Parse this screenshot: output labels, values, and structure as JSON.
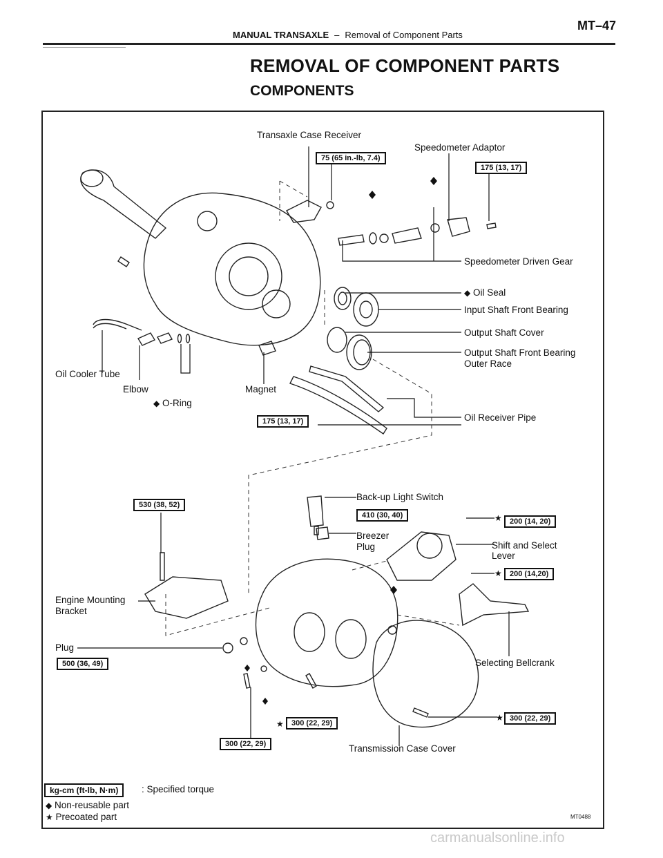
{
  "header": {
    "section": "MANUAL TRANSAXLE",
    "separator": "–",
    "subsection": "Removal of Component Parts",
    "page_number": "MT–47"
  },
  "title": "REMOVAL OF COMPONENT PARTS",
  "subtitle": "COMPONENTS",
  "labels": {
    "transaxle_case_receiver": "Transaxle Case Receiver",
    "speedometer_adaptor": "Speedometer Adaptor",
    "speedometer_driven_gear": "Speedometer Driven Gear",
    "oil_seal": "Oil Seal",
    "input_shaft_front_bearing": "Input Shaft Front Bearing",
    "output_shaft_cover": "Output Shaft Cover",
    "output_shaft_front_bearing": "Output Shaft Front Bearing",
    "outer_race": "Outer Race",
    "oil_cooler_tube": "Oil Cooler Tube",
    "elbow": "Elbow",
    "o_ring": "O-Ring",
    "magnet": "Magnet",
    "oil_receiver_pipe": "Oil Receiver Pipe",
    "backup_light_switch": "Back-up Light Switch",
    "breezer": "Breezer",
    "plug_upper": "Plug",
    "shift_select_1": "Shift and Select",
    "shift_select_2": "Lever",
    "engine_mounting_1": "Engine Mounting",
    "engine_mounting_2": "Bracket",
    "plug": "Plug",
    "selecting_bellcrank": "Selecting Bellcrank",
    "transmission_case_cover": "Transmission Case Cover"
  },
  "torques": {
    "t75": "75 (65 in.-lb, 7.4)",
    "t175_top": "175 (13, 17)",
    "t175_mid": "175 (13, 17)",
    "t530": "530 (38, 52)",
    "t410": "410 (30, 40)",
    "t200_a": "200 (14, 20)",
    "t200_b": "200 (14,20)",
    "t500": "500 (36, 49)",
    "t300_a": "300 (22, 29)",
    "t300_b": "300 (22, 29)",
    "t300_c": "300 (22, 29)"
  },
  "legend": {
    "unit_box": "kg-cm (ft-lb, N·m)",
    "unit_desc": ": Specified torque",
    "non_reusable": "Non-reusable part",
    "precoated": "Precoated part"
  },
  "figure_code": "MT0488",
  "watermark": "carmanualsonline.info",
  "icons": {
    "non_reusable": "diamond-icon",
    "precoated": "star-icon"
  }
}
